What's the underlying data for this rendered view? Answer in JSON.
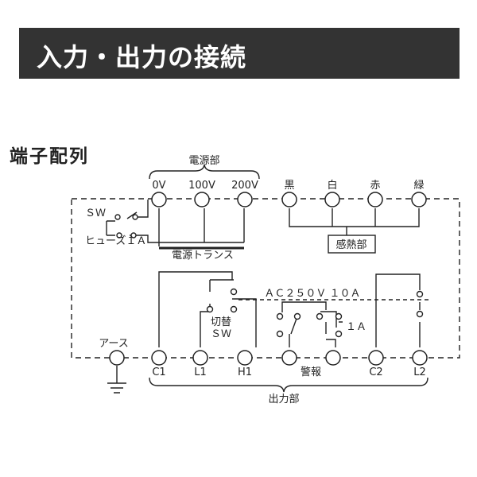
{
  "header": {
    "title": "入力・出力の接続"
  },
  "section": {
    "title": "端子配列"
  },
  "diagram": {
    "labels": {
      "power_section": "電源部",
      "sensor_section": "感熱部",
      "transformer": "電源トランス",
      "switch": "ＳＷ",
      "fuse": "ヒューズ１Ａ",
      "rating": "ＡＣ２５０Ｖ １０Ａ",
      "relay_fuse": "１Ａ",
      "selector_line1": "切替",
      "selector_line2": "ＳＷ",
      "earth": "アース",
      "output_section": "出力部"
    },
    "top_terminals": [
      "0V",
      "100V",
      "200V",
      "黒",
      "白",
      "赤",
      "緑"
    ],
    "bottom_terminals": [
      "C1",
      "L1",
      "H1",
      "警報",
      "C2",
      "L2"
    ]
  }
}
